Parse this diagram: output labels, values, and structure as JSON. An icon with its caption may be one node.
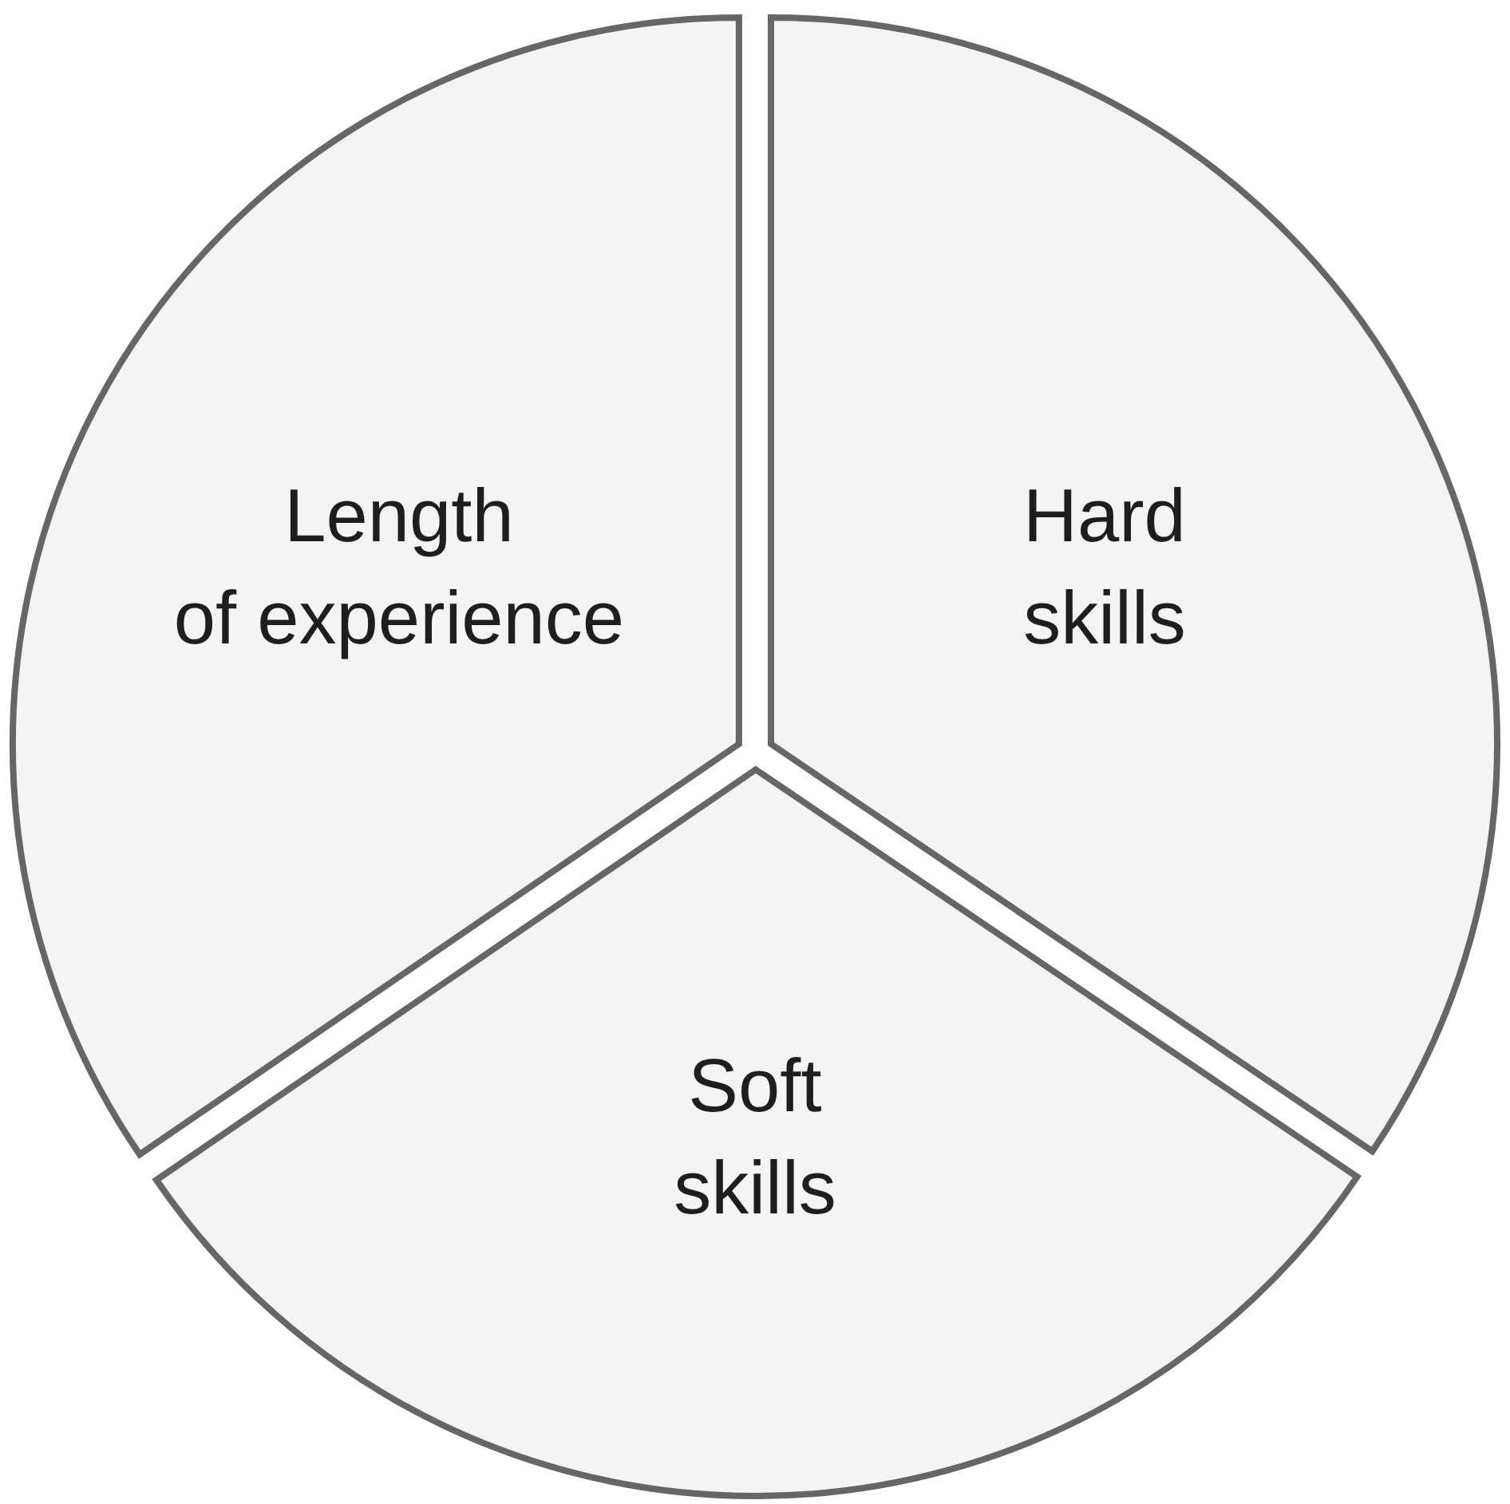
{
  "diagram": {
    "nodes": [
      {
        "text": [
          "Length of experience"
        ]
      },
      {
        "text": [
          "Hard skills"
        ]
      },
      {
        "text": [
          "Soft skills"
        ]
      }
    ]
  }
}
